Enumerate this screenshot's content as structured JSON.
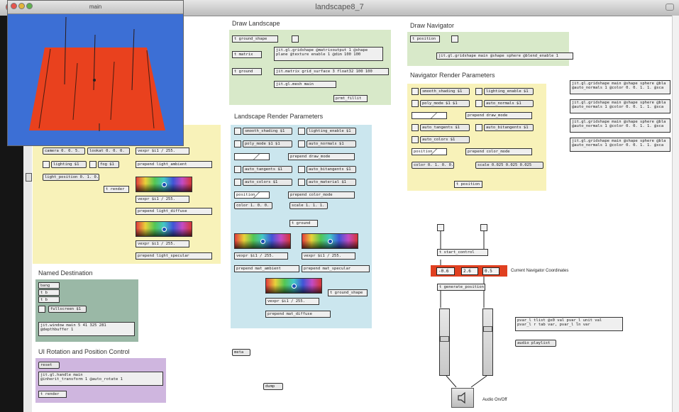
{
  "window": {
    "title": "landscape8_7"
  },
  "render_window": {
    "title": "main"
  },
  "sections": {
    "draw_landscape": "Draw Landscape",
    "draw_navigator": "Draw Navigator",
    "landscape_render_parameters": "Landscape Render Parameters",
    "navigator_render_parameters": "Navigator Render Parameters",
    "named_destination": "Named Destination",
    "ui_rotation": "UI Rotation and Position Control"
  },
  "draw_landscape": {
    "obj1": "t ground_shape",
    "obj2": "jit.gl.gridshape @matrixoutput 1 @shape",
    "obj2b": "plane @texture enable 1 @dim 100 100",
    "obj3": "t matrix",
    "obj4": "t ground",
    "obj5": "jit.matrix grid_surface 3 float32 100 100",
    "obj6": "jit.gl.mesh main",
    "obj7": "prmt_fillit"
  },
  "draw_navigator": {
    "obj1": "t position",
    "obj2": "jit.gl.gridshape main @shape sphere @blend_enable 1"
  },
  "landscape_params": {
    "rows": [
      [
        "smooth_shading $1",
        "lighting_enable $1"
      ],
      [
        "poly_mode $1 $1",
        "auto_normals $1"
      ],
      [
        "",
        "prepend draw_mode"
      ],
      [
        "auto_tangents $1",
        "auto_bitangents $1"
      ],
      [
        "auto_colors $1",
        "auto_material $1"
      ],
      [
        "position",
        "prepend color_mode"
      ]
    ],
    "color": "color 1. 0. 0. 0.5",
    "scale": "scale 1. 1. 1.",
    "ground": "t ground",
    "vexpr1": "vexpr $i1 / 255.",
    "vexpr2": "vexpr $i1 / 255.",
    "prepend1": "prepend mat_ambient",
    "prepend2": "prepend mat_specular",
    "ground_shape": "t ground_shape",
    "vexpr3": "vexpr $i1 / 255.",
    "prepend3": "prepend mat_diffuse"
  },
  "navigator_params": {
    "rows": [
      [
        "smooth_shading $1",
        "lighting_enable $1"
      ],
      [
        "poly_mode $1 $1",
        "auto_normals $1"
      ],
      [
        "",
        "prepend draw_mode"
      ],
      [
        "auto_tangents $1",
        "auto_bitangents $1"
      ],
      [
        "auto_colors $1",
        ""
      ],
      [
        "position",
        "prepend color_mode"
      ]
    ],
    "color": "color 0. 1. 0. 0.5",
    "scale": "scale 0.025 0.025 0.025",
    "out": "t position"
  },
  "right_column": {
    "items": [
      [
        "jit.gl.gridshape main @shape sphere @bla",
        "@auto_normals 1 @color 0. 0. 1. 1. @sca"
      ],
      [
        "jit.gl.gridshape main @shape sphere @bla",
        "@auto_normals 1 @color 0. 0. 1. 1. @sca"
      ],
      [
        "jit.gl.gridshape main @shape sphere @bla",
        "@auto_normals 1 @color 0. 0. 1. 1. @sca"
      ],
      [
        "jit.gl.gridshape main @shape sphere @bla",
        "@auto_normals 1 @color 0. 0. 1. 1. @sca"
      ]
    ]
  },
  "lights": {
    "camera": "camera 0. 0. 5.",
    "camera2": "lookat 0. 0. 0.",
    "lighting": "lighting $1",
    "fog": "fog $1",
    "light_position": "light_position 0. 1. 0.",
    "render": "t render",
    "vexpr1": "vexpr $i1 / 255.",
    "prepend1": "prepend light_ambient",
    "vexpr2": "vexpr $i1 / 255.",
    "prepend2": "prepend light_diffuse",
    "vexpr3": "vexpr $i1 / 255.",
    "prepend3": "prepend light_specular"
  },
  "named_destination": {
    "box1": "bang",
    "box2": "t b",
    "box3": "t b",
    "fullscreen": "fullscreen $1",
    "window": "jit.window main 5 41 325 281",
    "window2": "@depthbuffer 1"
  },
  "ui_rotation": {
    "reset": "reset",
    "handle": "jit.gl.handle main",
    "handle2": "@inherit_transform 1 @auto_rotate 1",
    "render": "t render"
  },
  "misc": {
    "box1": "meta",
    "box2": "dump"
  },
  "navigator_control": {
    "start_control": "t start_control",
    "coord_label": "Current Navigator Coordinates",
    "x": "-0.6",
    "y": "2.6",
    "z": "0.5",
    "position_out": "t generate_position",
    "pvar": "pvar_l tlist @x0 val pvar_l unit val",
    "pvar2": "pvar_l r tab var, pvar_l ln var",
    "audio_state": "audio playlist",
    "audio_label": "Audio On/Off"
  },
  "colors": {
    "render_bg": "#3c6fd5",
    "terrain": "#e9411e",
    "coord_bar": "#e04020"
  }
}
